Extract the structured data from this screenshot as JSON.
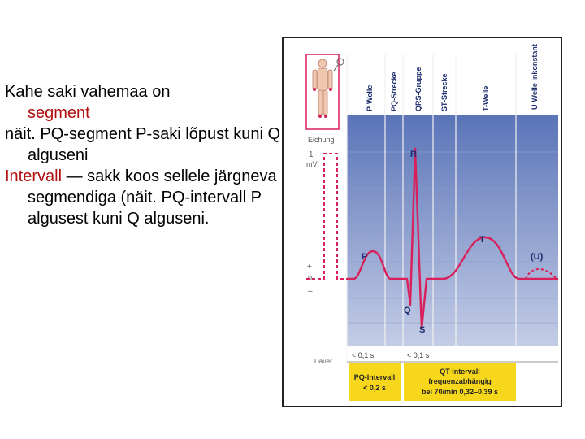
{
  "text": {
    "line1": "Kahe saki vahemaa on",
    "line1_highlight": "segment",
    "line2": "näit. PQ-segment P-saki lõpust kuni Q alguseni",
    "line3_highlight": "Intervall",
    "line3": " — sakk koos sellele järgneva segmendiga (näit. PQ-intervall P algusest kuni Q alguseni."
  },
  "diagram": {
    "headers": [
      "P-Welle",
      "PQ-Strecke",
      "QRS-Gruppe",
      "ST-Strecke",
      "T-Welle",
      "U-Welle inkonstant"
    ],
    "calibration_label": "Eichung",
    "mv_value": "1",
    "mv_unit": "mV",
    "plus_label": "+",
    "zero_label": "0",
    "minus_label": "–",
    "wave_labels": {
      "P": "P",
      "Q": "Q",
      "R": "R",
      "S": "S",
      "T": "T",
      "U": "(U)"
    },
    "dauer_label": "Dauer",
    "duration_1": "< 0,1 s",
    "duration_2": "< 0,1 s",
    "pq_interval_title": "PQ-Intervall",
    "pq_interval_value": "< 0,2 s",
    "qt_title": "QT-Intervall",
    "qt_subtitle": "frequenzabhängig",
    "qt_value": "bei 70/min  0,32–0,39 s",
    "colors": {
      "band_dark": "#5a74b8",
      "band_light": "#c4cde6",
      "wave": "#d8205a",
      "yellow": "#f7d71c"
    }
  }
}
